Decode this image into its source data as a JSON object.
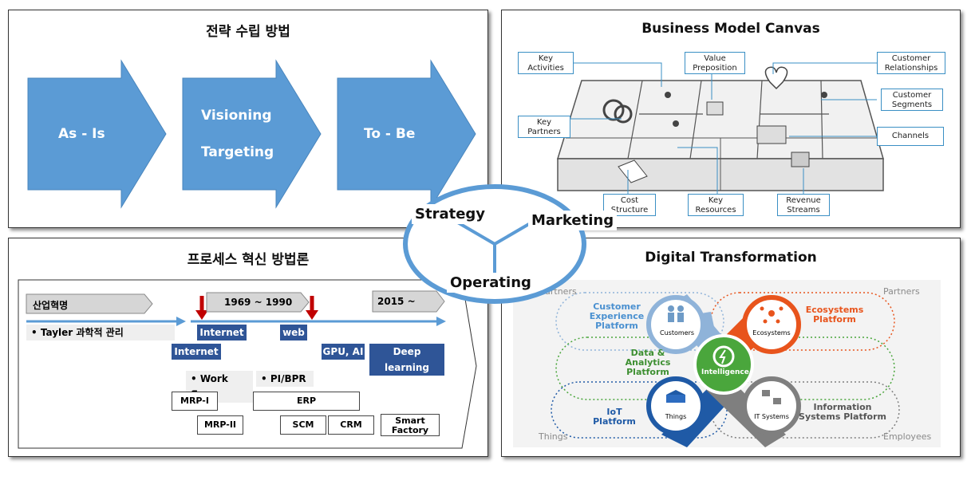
{
  "strategy_panel": {
    "title": "전략 수립 방법",
    "arrows": [
      {
        "lines": [
          "As - Is"
        ]
      },
      {
        "lines": [
          "Visioning",
          "Targeting"
        ]
      },
      {
        "lines": [
          "To - Be"
        ]
      }
    ],
    "arrow_color": "#5b9bd5"
  },
  "bmc_panel": {
    "title": "Business Model Canvas",
    "blocks": {
      "key_activities": [
        "Key",
        "Activities"
      ],
      "value_proposition": [
        "Value",
        "Preposition"
      ],
      "customer_relationships": [
        "Customer",
        "Relationships"
      ],
      "customer_segments": [
        "Customer",
        "Segments"
      ],
      "key_partners": [
        "Key",
        "Partners"
      ],
      "channels": [
        "Channels"
      ],
      "cost_structure": [
        "Cost",
        "Structure"
      ],
      "key_resources": [
        "Key",
        "Resources"
      ],
      "revenue_streams": [
        "Revenue",
        "Streams"
      ]
    }
  },
  "process_panel": {
    "title": "프로세스 혁신 방법론",
    "eras": [
      "산업혁명",
      "1969 ~ 1990",
      "2015 ~"
    ],
    "taylor": "• Tayler 과학적 관리",
    "blue_tags": [
      "Internet",
      "web",
      "Internet",
      "GPU, AI",
      "Deep learning"
    ],
    "labels": [
      "• Work flow",
      "• PI/BPR"
    ],
    "boxes": [
      "MRP-I",
      "ERP",
      "MRP-II",
      "SCM",
      "CRM",
      "Smart Factory"
    ]
  },
  "center": {
    "labels": [
      "Strategy",
      "Marketing",
      "Operating"
    ],
    "ring_color": "#5b9bd5"
  },
  "digital_panel": {
    "title": "Digital Transformation",
    "corners": [
      "Partners",
      "Partners",
      "Things",
      "Employees"
    ],
    "platforms": {
      "customer_experience": [
        "Customer",
        "Experience",
        "Platform"
      ],
      "ecosystems": [
        "Ecosystems",
        "Platform"
      ],
      "data_analytics": [
        "Data &",
        "Analytics",
        "Platform"
      ],
      "iot": [
        "IoT",
        "Platform"
      ],
      "information_systems": [
        "Information",
        "Systems Platform"
      ]
    },
    "nodes": [
      "Customers",
      "Ecosystems",
      "Intelligence",
      "Things",
      "IT Systems"
    ],
    "colors": {
      "customers": "#8fb3d9",
      "ecosystems": "#e8541c",
      "intelligence": "#4aa63c",
      "things": "#1f5aa6",
      "it_systems": "#7f7f7f"
    }
  }
}
